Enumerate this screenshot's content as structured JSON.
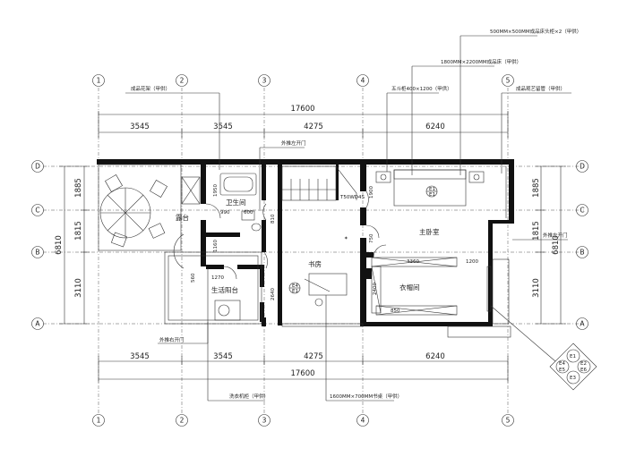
{
  "grid": {
    "columns": [
      "1",
      "2",
      "3",
      "4",
      "5"
    ],
    "rows": [
      "D",
      "C",
      "B",
      "A"
    ]
  },
  "dims_top": {
    "total": "17600",
    "segments": [
      "3545",
      "3545",
      "4275",
      "6240"
    ]
  },
  "dims_bottom": {
    "total": "17600",
    "segments": [
      "3545",
      "3545",
      "4275",
      "6240"
    ]
  },
  "dims_left": {
    "total": "6810",
    "segments": [
      "1885",
      "1815",
      "3110"
    ]
  },
  "dims_right": {
    "total": "6810",
    "segments": [
      "1885",
      "1815",
      "3110"
    ]
  },
  "rooms": {
    "bathroom": "卫生间",
    "terrace": "露台",
    "study": "书房",
    "master_bedroom": "主卧室",
    "closet": "衣帽间",
    "service_balcony": "生活阳台"
  },
  "notes": {
    "bedside": "500MM×500MM成品床头柜×2（甲供）",
    "bed": "1800MM×2200MM成品床（甲供）",
    "tv_cabinet": "五斗柜400×1200（甲供）",
    "flower_shelf": "成品花架（甲供）",
    "door_out_left_top": "外推左开门",
    "art_display": "成品观艺留管（甲供）",
    "door_out_left_right": "外推左开门",
    "door_out_right": "外推右开门",
    "washer": "洗衣机柜（甲供）",
    "desk": "1600MM×700MM书桌（甲供）"
  },
  "inner_dims": {
    "d1950": "1950",
    "d990": "990",
    "d600": "600",
    "d810": "810",
    "d1160": "1160",
    "d560": "560",
    "d1270": "1270",
    "d2640": "2640",
    "d3360": "3360",
    "d1200": "1200",
    "d2400": "2400",
    "d850": "850",
    "d750": "750",
    "d1900": "1900",
    "dT50": "T50WD4S"
  },
  "section_marks": {
    "e1": "E1",
    "e2": "E2",
    "e3": "E3",
    "e4": "E4",
    "e5": "E5",
    "e6": "E6"
  }
}
